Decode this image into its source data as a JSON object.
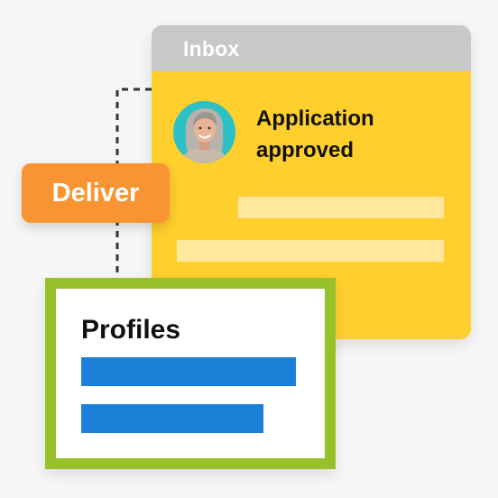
{
  "inbox": {
    "header_label": "Inbox",
    "message_title": "Application\napproved",
    "avatar_icon": "woman-profile-avatar",
    "colors": {
      "card": "#ffcf2e",
      "header": "#c8c8c8",
      "placeholder": "#ffe79d",
      "avatar_bg": "#2cc2c5"
    }
  },
  "badge": {
    "label": "Deliver",
    "color": "#f89532"
  },
  "profiles": {
    "title": "Profiles",
    "colors": {
      "border": "#96c12b",
      "bar": "#1b80d8"
    }
  },
  "connector": {
    "style": "dashed",
    "color": "#333333"
  }
}
